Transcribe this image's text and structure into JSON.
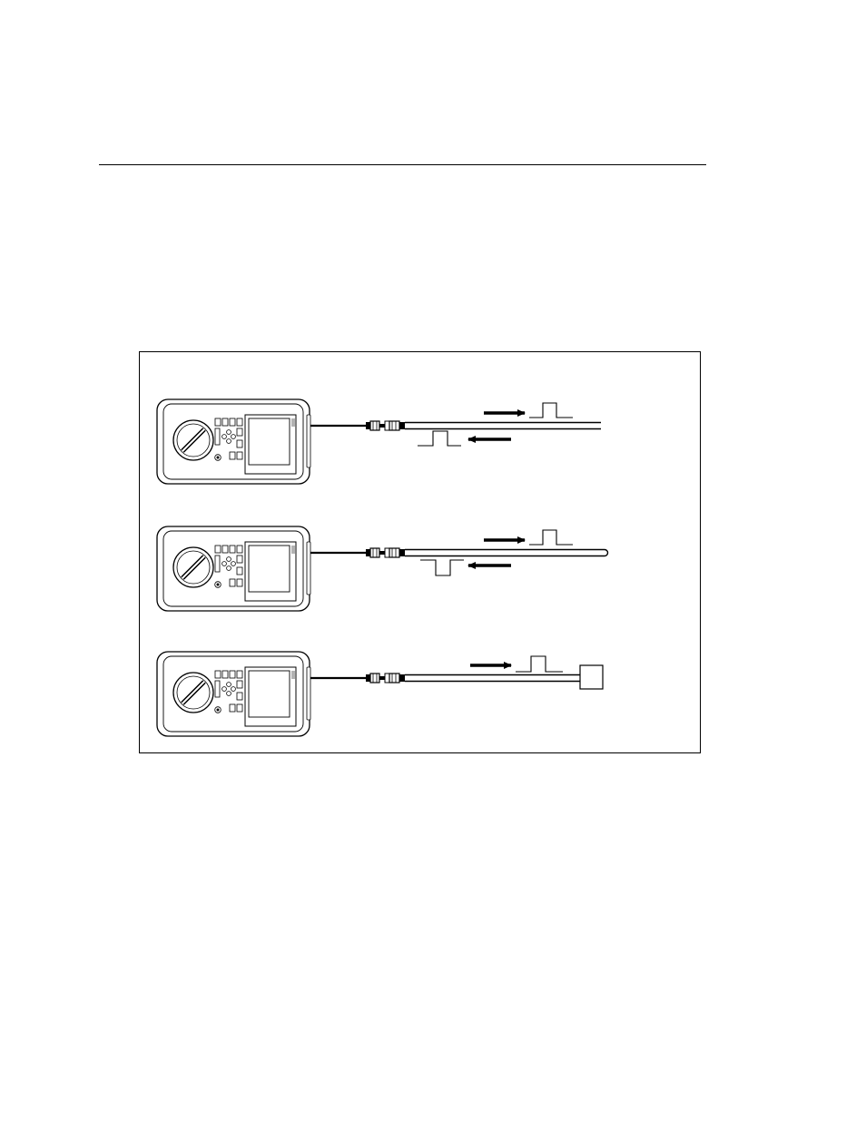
{
  "page": {
    "background": "#ffffff",
    "ink": "#000000"
  },
  "figure": {
    "panels": [
      {
        "termination": "open"
      },
      {
        "termination": "short"
      },
      {
        "termination": "load"
      }
    ]
  }
}
